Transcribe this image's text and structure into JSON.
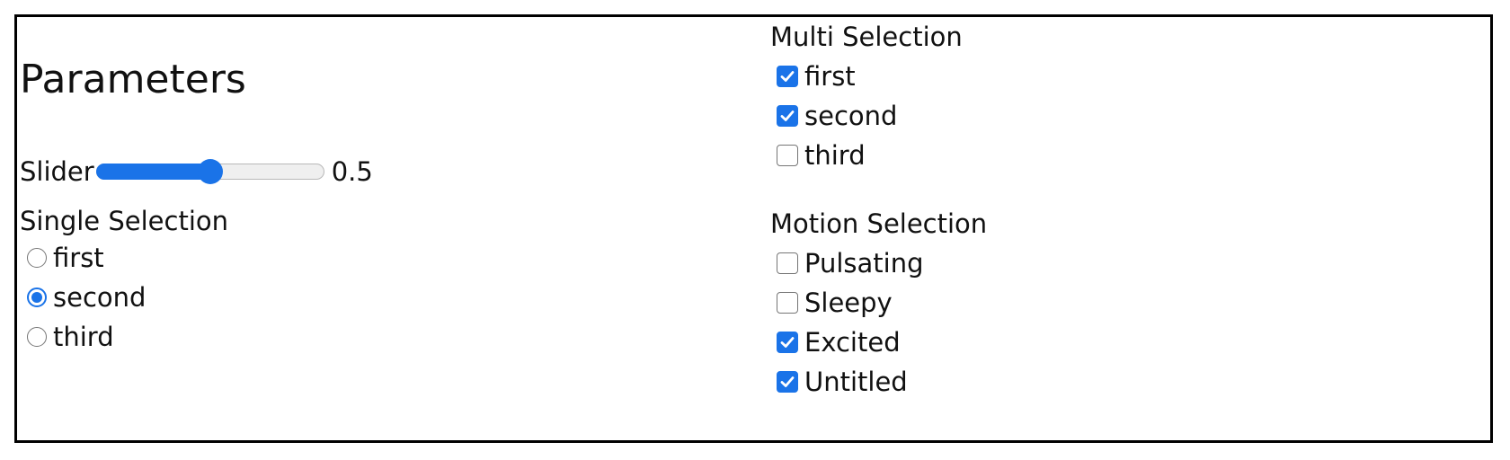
{
  "title": "Parameters",
  "slider": {
    "label": "Slider",
    "value": 0.5,
    "value_text": "0.5",
    "min": 0,
    "max": 1
  },
  "single_selection": {
    "label": "Single Selection",
    "options": [
      {
        "label": "first",
        "checked": false
      },
      {
        "label": "second",
        "checked": true
      },
      {
        "label": "third",
        "checked": false
      }
    ]
  },
  "multi_selection": {
    "label": "Multi Selection",
    "options": [
      {
        "label": "first",
        "checked": true
      },
      {
        "label": "second",
        "checked": true
      },
      {
        "label": "third",
        "checked": false
      }
    ]
  },
  "motion_selection": {
    "label": "Motion Selection",
    "options": [
      {
        "label": "Pulsating",
        "checked": false
      },
      {
        "label": "Sleepy",
        "checked": false
      },
      {
        "label": "Excited",
        "checked": true
      },
      {
        "label": "Untitled",
        "checked": true
      }
    ]
  },
  "colors": {
    "accent": "#1a73e8",
    "border": "#000000"
  }
}
